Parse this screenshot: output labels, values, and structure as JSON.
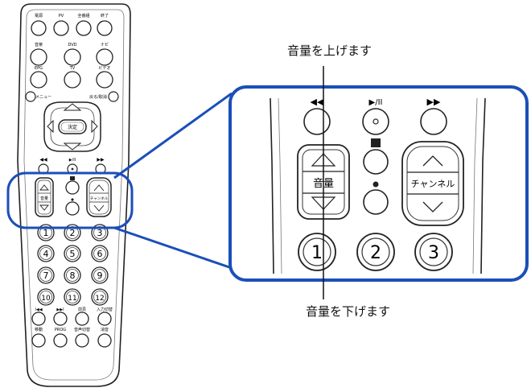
{
  "callouts": {
    "volume_up": "音量を上げます",
    "volume_down": "音量を下げます"
  },
  "remote": {
    "row1": [
      "電源",
      "PV",
      "全番組",
      "終了"
    ],
    "row2": [
      "音楽",
      "DVD",
      "ナビ"
    ],
    "row3": [
      "EPG",
      "TV",
      "ビデオ"
    ],
    "row4": [
      "メニュー",
      "戻る/取消"
    ],
    "center": "決定",
    "volume": "音量",
    "channel": "チャンネル",
    "numbers": [
      "1",
      "2",
      "3",
      "4",
      "5",
      "6",
      "7",
      "8",
      "9",
      "10",
      "11",
      "12"
    ],
    "bottom_labels": [
      "",
      "",
      "前頁",
      "入力切替"
    ],
    "bottom_row": [
      "移動",
      "PROG",
      "音声切替",
      "消音"
    ]
  },
  "zoom": {
    "play_pause": "▶/II",
    "volume": "音量",
    "channel": "チャンネル",
    "numbers": [
      "1",
      "2",
      "3"
    ]
  },
  "colors": {
    "accent": "#1a4fb8",
    "ink": "#111111"
  }
}
